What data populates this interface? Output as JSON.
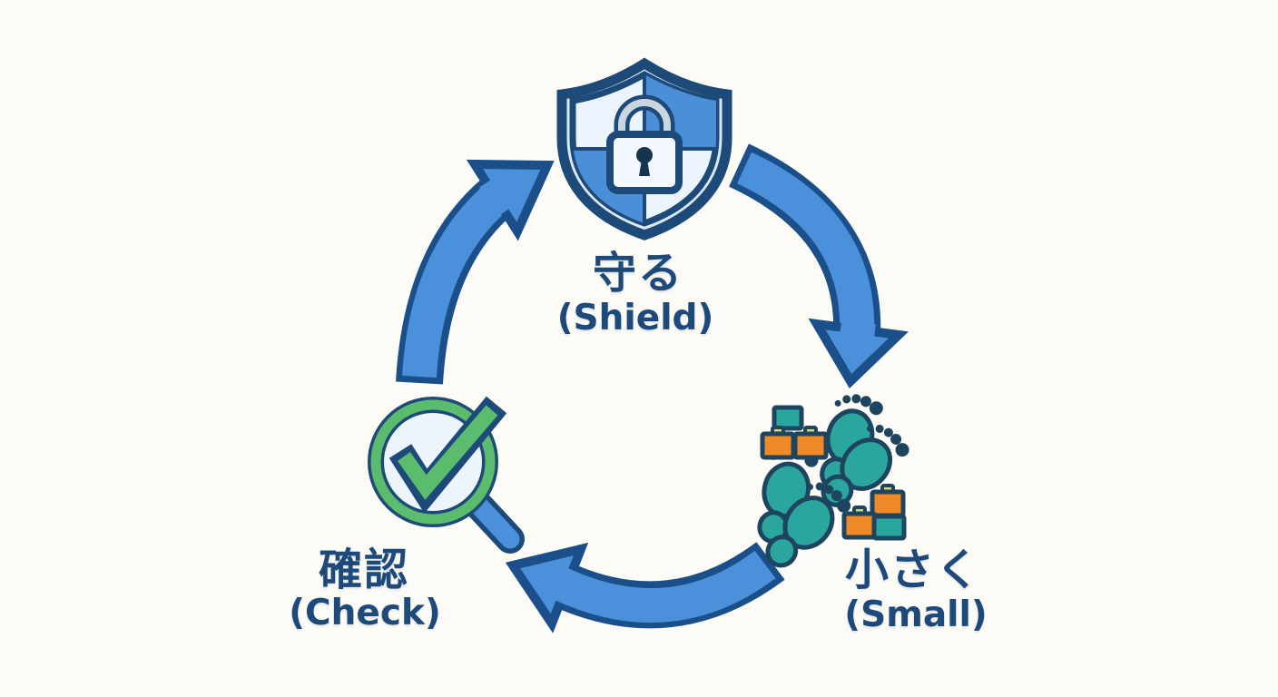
{
  "diagram": {
    "title": "security-improvement-cycle",
    "type": "cycle",
    "direction": "clockwise",
    "background_color": "#fcfbf6",
    "palette": {
      "navy_text": "#1d4a7a",
      "arrow_blue": "#4a90da",
      "arrow_outline": "#1b4f8a",
      "shield_light": "#ecf4fd",
      "shield_blue": "#4a8fd8",
      "teal": "#2ba69e",
      "orange": "#f08a28",
      "handle_yellow": "#cdd972",
      "green": "#5cbc6e",
      "lens_blue": "#ecf4fc"
    },
    "nodes": [
      {
        "id": "shield",
        "position": "top",
        "icon": "shield-lock-icon",
        "label_jp": "守る",
        "label_en": "(Shield)"
      },
      {
        "id": "small",
        "position": "bottom-right",
        "icon": "footprints-boxes-icon",
        "label_jp": "小さく",
        "label_en": "(Small)"
      },
      {
        "id": "check",
        "position": "bottom-left",
        "icon": "magnifier-check-icon",
        "label_jp": "確認",
        "label_en": "(Check)"
      }
    ],
    "arrows": [
      {
        "from": "shield",
        "to": "small"
      },
      {
        "from": "small",
        "to": "check"
      },
      {
        "from": "check",
        "to": "shield"
      }
    ]
  }
}
